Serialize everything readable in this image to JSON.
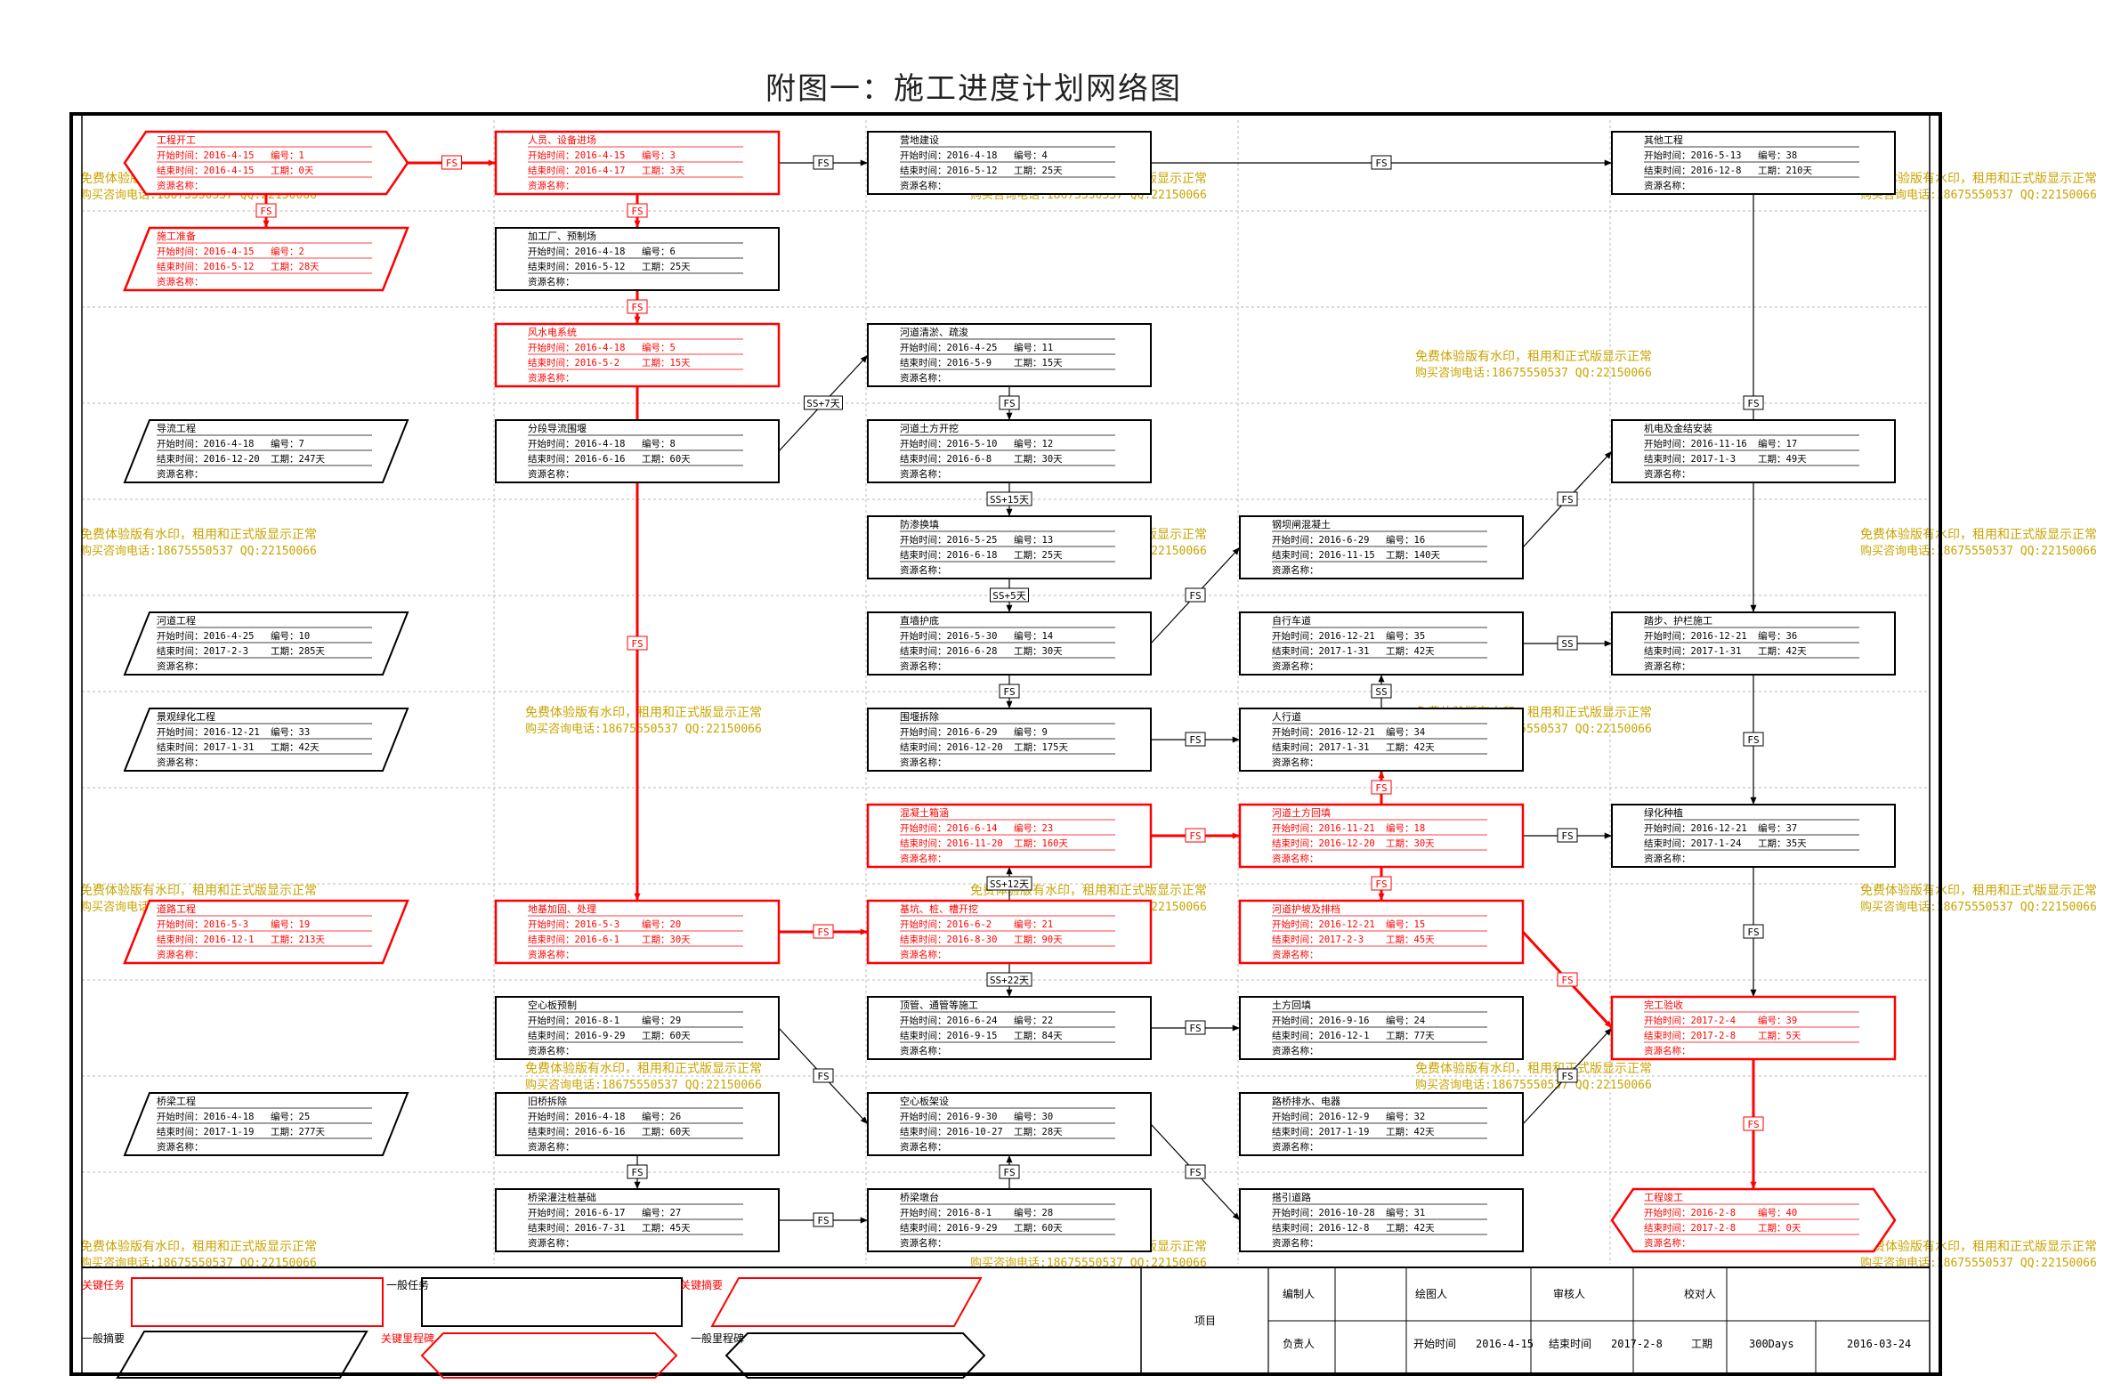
{
  "title": "附图一：施工进度计划网络图",
  "colors": {
    "critical": "#ff0000",
    "normal": "#000000",
    "watermark": "#c9a400",
    "grid": "#bbbbbb"
  },
  "labels": {
    "start": "开始时间：",
    "end": "结束时间：",
    "no": "编号：",
    "dur": "工期：",
    "res": "资源名称："
  },
  "watermark": {
    "line1": "免费体验版有水印，租用和正式版显示正常",
    "line2": "购买咨询电话:18675550537 QQ:22150066"
  },
  "tasks": [
    {
      "id": "1",
      "name": "工程开工",
      "start": "2016-4-15",
      "end": "2016-4-15",
      "dur": "0天",
      "shape": "hex",
      "critical": true
    },
    {
      "id": "2",
      "name": "施工准备",
      "start": "2016-4-15",
      "end": "2016-5-12",
      "dur": "28天",
      "shape": "para",
      "critical": true
    },
    {
      "id": "3",
      "name": "人员、设备进场",
      "start": "2016-4-15",
      "end": "2016-4-17",
      "dur": "3天",
      "shape": "rect",
      "critical": true
    },
    {
      "id": "4",
      "name": "营地建设",
      "start": "2016-4-18",
      "end": "2016-5-12",
      "dur": "25天",
      "shape": "rect",
      "critical": false
    },
    {
      "id": "38",
      "name": "其他工程",
      "start": "2016-5-13",
      "end": "2016-12-8",
      "dur": "210天",
      "shape": "rect",
      "critical": false
    },
    {
      "id": "6",
      "name": "加工厂、预制场",
      "start": "2016-4-18",
      "end": "2016-5-12",
      "dur": "25天",
      "shape": "rect",
      "critical": false
    },
    {
      "id": "5",
      "name": "风水电系统",
      "start": "2016-4-18",
      "end": "2016-5-2",
      "dur": "15天",
      "shape": "rect",
      "critical": true
    },
    {
      "id": "11",
      "name": "河道清淤、疏浚",
      "start": "2016-4-25",
      "end": "2016-5-9",
      "dur": "15天",
      "shape": "rect",
      "critical": false
    },
    {
      "id": "7",
      "name": "导流工程",
      "start": "2016-4-18",
      "end": "2016-12-20",
      "dur": "247天",
      "shape": "para",
      "critical": false
    },
    {
      "id": "8",
      "name": "分段导流围堰",
      "start": "2016-4-18",
      "end": "2016-6-16",
      "dur": "60天",
      "shape": "rect",
      "critical": false
    },
    {
      "id": "12",
      "name": "河道土方开挖",
      "start": "2016-5-10",
      "end": "2016-6-8",
      "dur": "30天",
      "shape": "rect",
      "critical": false
    },
    {
      "id": "17",
      "name": "机电及金结安装",
      "start": "2016-11-16",
      "end": "2017-1-3",
      "dur": "49天",
      "shape": "rect",
      "critical": false
    },
    {
      "id": "13",
      "name": "防渗换填",
      "start": "2016-5-25",
      "end": "2016-6-18",
      "dur": "25天",
      "shape": "rect",
      "critical": false
    },
    {
      "id": "16",
      "name": "钢坝闸混凝土",
      "start": "2016-6-29",
      "end": "2016-11-15",
      "dur": "140天",
      "shape": "rect",
      "critical": false
    },
    {
      "id": "10",
      "name": "河道工程",
      "start": "2016-4-25",
      "end": "2017-2-3",
      "dur": "285天",
      "shape": "para",
      "critical": false
    },
    {
      "id": "14",
      "name": "直墙护底",
      "start": "2016-5-30",
      "end": "2016-6-28",
      "dur": "30天",
      "shape": "rect",
      "critical": false
    },
    {
      "id": "35",
      "name": "自行车道",
      "start": "2016-12-21",
      "end": "2017-1-31",
      "dur": "42天",
      "shape": "rect",
      "critical": false
    },
    {
      "id": "36",
      "name": "踏步、护栏施工",
      "start": "2016-12-21",
      "end": "2017-1-31",
      "dur": "42天",
      "shape": "rect",
      "critical": false
    },
    {
      "id": "33",
      "name": "景观绿化工程",
      "start": "2016-12-21",
      "end": "2017-1-31",
      "dur": "42天",
      "shape": "para",
      "critical": false
    },
    {
      "id": "9",
      "name": "围堰拆除",
      "start": "2016-6-29",
      "end": "2016-12-20",
      "dur": "175天",
      "shape": "rect",
      "critical": false
    },
    {
      "id": "34",
      "name": "人行道",
      "start": "2016-12-21",
      "end": "2017-1-31",
      "dur": "42天",
      "shape": "rect",
      "critical": false
    },
    {
      "id": "23",
      "name": "混凝土箱涵",
      "start": "2016-6-14",
      "end": "2016-11-20",
      "dur": "160天",
      "shape": "rect",
      "critical": true
    },
    {
      "id": "18",
      "name": "河道土方回填",
      "start": "2016-11-21",
      "end": "2016-12-20",
      "dur": "30天",
      "shape": "rect",
      "critical": true
    },
    {
      "id": "37",
      "name": "绿化种植",
      "start": "2016-12-21",
      "end": "2017-1-24",
      "dur": "35天",
      "shape": "rect",
      "critical": false
    },
    {
      "id": "19",
      "name": "道路工程",
      "start": "2016-5-3",
      "end": "2016-12-1",
      "dur": "213天",
      "shape": "para",
      "critical": true
    },
    {
      "id": "20",
      "name": "地基加固、处理",
      "start": "2016-5-3",
      "end": "2016-6-1",
      "dur": "30天",
      "shape": "rect",
      "critical": true
    },
    {
      "id": "21",
      "name": "基坑、桩、槽开挖",
      "start": "2016-6-2",
      "end": "2016-8-30",
      "dur": "90天",
      "shape": "rect",
      "critical": true
    },
    {
      "id": "15",
      "name": "河道护坡及排档",
      "start": "2016-12-21",
      "end": "2017-2-3",
      "dur": "45天",
      "shape": "rect",
      "critical": true
    },
    {
      "id": "29",
      "name": "空心板预制",
      "start": "2016-8-1",
      "end": "2016-9-29",
      "dur": "60天",
      "shape": "rect",
      "critical": false
    },
    {
      "id": "22",
      "name": "顶管、通管等施工",
      "start": "2016-6-24",
      "end": "2016-9-15",
      "dur": "84天",
      "shape": "rect",
      "critical": false
    },
    {
      "id": "24",
      "name": "土方回填",
      "start": "2016-9-16",
      "end": "2016-12-1",
      "dur": "77天",
      "shape": "rect",
      "critical": false
    },
    {
      "id": "39",
      "name": "完工验收",
      "start": "2017-2-4",
      "end": "2017-2-8",
      "dur": "5天",
      "shape": "rect",
      "critical": true
    },
    {
      "id": "25",
      "name": "桥梁工程",
      "start": "2016-4-18",
      "end": "2017-1-19",
      "dur": "277天",
      "shape": "para",
      "critical": false
    },
    {
      "id": "26",
      "name": "旧桥拆除",
      "start": "2016-4-18",
      "end": "2016-6-16",
      "dur": "60天",
      "shape": "rect",
      "critical": false
    },
    {
      "id": "30",
      "name": "空心板架设",
      "start": "2016-9-30",
      "end": "2016-10-27",
      "dur": "28天",
      "shape": "rect",
      "critical": false
    },
    {
      "id": "32",
      "name": "路桥排水、电器",
      "start": "2016-12-9",
      "end": "2017-1-19",
      "dur": "42天",
      "shape": "rect",
      "critical": false
    },
    {
      "id": "27",
      "name": "桥梁灌注桩基础",
      "start": "2016-6-17",
      "end": "2016-7-31",
      "dur": "45天",
      "shape": "rect",
      "critical": false
    },
    {
      "id": "28",
      "name": "桥梁墩台",
      "start": "2016-8-1",
      "end": "2016-9-29",
      "dur": "60天",
      "shape": "rect",
      "critical": false
    },
    {
      "id": "31",
      "name": "搭引道路",
      "start": "2016-10-28",
      "end": "2016-12-8",
      "dur": "42天",
      "shape": "rect",
      "critical": false
    },
    {
      "id": "40",
      "name": "工程竣工",
      "start": "2016-2-8",
      "end": "2017-2-8",
      "dur": "0天",
      "shape": "hex",
      "critical": true
    }
  ],
  "links": [
    {
      "from": "1",
      "to": "3",
      "label": "FS",
      "critical": true
    },
    {
      "from": "1",
      "to": "2",
      "label": "FS",
      "critical": true
    },
    {
      "from": "3",
      "to": "4",
      "label": "FS",
      "critical": false
    },
    {
      "from": "4",
      "to": "38",
      "label": "FS",
      "critical": false
    },
    {
      "from": "3",
      "to": "6",
      "label": "FS",
      "critical": true
    },
    {
      "from": "6",
      "to": "5",
      "label": "FS",
      "critical": true
    },
    {
      "from": "8",
      "to": "11",
      "label": "SS+7天",
      "critical": false
    },
    {
      "from": "11",
      "to": "12",
      "label": "FS",
      "critical": false
    },
    {
      "from": "12",
      "to": "13",
      "label": "SS+15天",
      "critical": false
    },
    {
      "from": "13",
      "to": "14",
      "label": "SS+5天",
      "critical": false
    },
    {
      "from": "14",
      "to": "16",
      "label": "FS",
      "critical": false
    },
    {
      "from": "16",
      "to": "17",
      "label": "FS",
      "critical": false
    },
    {
      "from": "14",
      "to": "9",
      "label": "FS",
      "critical": false
    },
    {
      "from": "9",
      "to": "34",
      "label": "FS",
      "critical": false
    },
    {
      "from": "34",
      "to": "35",
      "label": "SS",
      "critical": false
    },
    {
      "from": "35",
      "to": "36",
      "label": "SS",
      "critical": false
    },
    {
      "from": "18",
      "to": "34",
      "label": "FS",
      "critical": true
    },
    {
      "from": "23",
      "to": "18",
      "label": "FS",
      "critical": true
    },
    {
      "from": "18",
      "to": "37",
      "label": "FS",
      "critical": false
    },
    {
      "from": "18",
      "to": "15",
      "label": "FS",
      "critical": true
    },
    {
      "from": "15",
      "to": "39",
      "label": "FS",
      "critical": true
    },
    {
      "from": "20",
      "to": "21",
      "label": "FS",
      "critical": true
    },
    {
      "from": "21",
      "to": "23",
      "label": "SS+12天",
      "critical": false
    },
    {
      "from": "21",
      "to": "22",
      "label": "SS+22天",
      "critical": false
    },
    {
      "from": "22",
      "to": "24",
      "label": "FS",
      "critical": false
    },
    {
      "from": "29",
      "to": "30",
      "label": "FS",
      "critical": false
    },
    {
      "from": "26",
      "to": "27",
      "label": "FS",
      "critical": false
    },
    {
      "from": "27",
      "to": "28",
      "label": "FS",
      "critical": false
    },
    {
      "from": "28",
      "to": "30",
      "label": "FS",
      "critical": false
    },
    {
      "from": "30",
      "to": "31",
      "label": "FS",
      "critical": false
    },
    {
      "from": "32",
      "to": "39",
      "label": "FS",
      "critical": false
    },
    {
      "from": "38",
      "to": "36",
      "label": "FS",
      "critical": false
    },
    {
      "from": "36",
      "to": "37",
      "label": "FS",
      "critical": false
    },
    {
      "from": "37",
      "to": "39",
      "label": "FS",
      "critical": false
    },
    {
      "from": "39",
      "to": "40",
      "label": "FS",
      "critical": true
    },
    {
      "from": "5",
      "to": "20",
      "label": "FS",
      "critical": true
    }
  ],
  "legend": {
    "key_task": "关键任务",
    "normal_task": "一般任务",
    "key_summary": "关键摘要",
    "normal_summary": "一般摘要",
    "key_milestone": "关键里程碑",
    "normal_milestone": "一般里程碑"
  },
  "info": {
    "project": "项目",
    "author": "编制人",
    "drawer": "绘图人",
    "reviewer": "审核人",
    "checker": "校对人",
    "leader": "负责人",
    "start_label": "开始时间",
    "start_value": "2016-4-15",
    "end_label": "结束时间",
    "end_value": "2017-2-8",
    "dur_label": "工期",
    "dur_value": "300Days",
    "date_value": "2016-03-24"
  }
}
